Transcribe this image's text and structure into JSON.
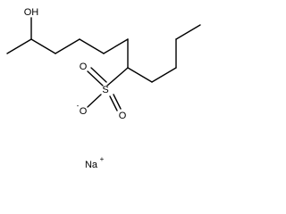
{
  "molecule": {
    "hydroxyl": "OH",
    "sulfur": "S",
    "oxygen_top": "O",
    "oxygen_right": "O",
    "oxygen_anion": "O",
    "anion_charge": "-",
    "counterion": "Na",
    "counterion_charge": "+"
  },
  "colors": {
    "bond": "#000000",
    "text": "#000000",
    "background": "#ffffff"
  }
}
